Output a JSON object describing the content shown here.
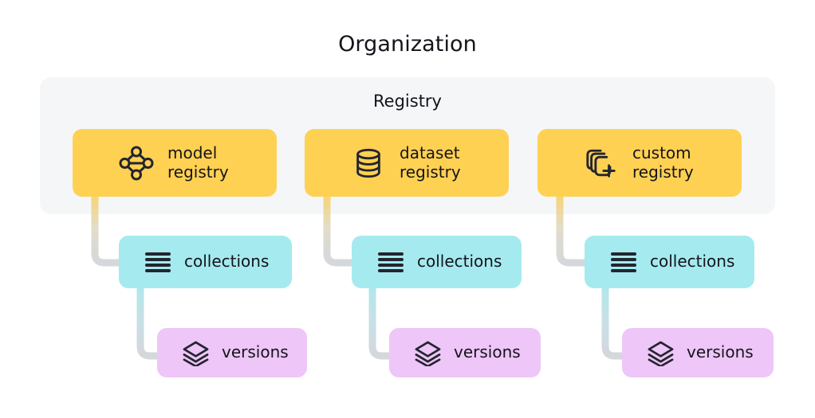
{
  "diagram": {
    "org_title": "Organization",
    "registry_title": "Registry",
    "colors": {
      "page_background": "#ffffff",
      "panel_background": "#f4f6f8",
      "registry_card": "#ffd152",
      "collections_card": "#a5eaee",
      "versions_card": "#eec6f7",
      "text": "#14141b",
      "icon": "#23252f",
      "connector_gray": "#d4d7dc"
    },
    "columns": [
      {
        "registry": {
          "label": "model\nregistry",
          "icon": "model-registry-icon"
        },
        "collections": {
          "label": "collections",
          "icon": "list-icon"
        },
        "versions": {
          "label": "versions",
          "icon": "layers-icon"
        }
      },
      {
        "registry": {
          "label": "dataset\nregistry",
          "icon": "database-icon"
        },
        "collections": {
          "label": "collections",
          "icon": "list-icon"
        },
        "versions": {
          "label": "versions",
          "icon": "layers-icon"
        }
      },
      {
        "registry": {
          "label": "custom\nregistry",
          "icon": "add-stack-icon"
        },
        "collections": {
          "label": "collections",
          "icon": "list-icon"
        },
        "versions": {
          "label": "versions",
          "icon": "layers-icon"
        }
      }
    ]
  }
}
